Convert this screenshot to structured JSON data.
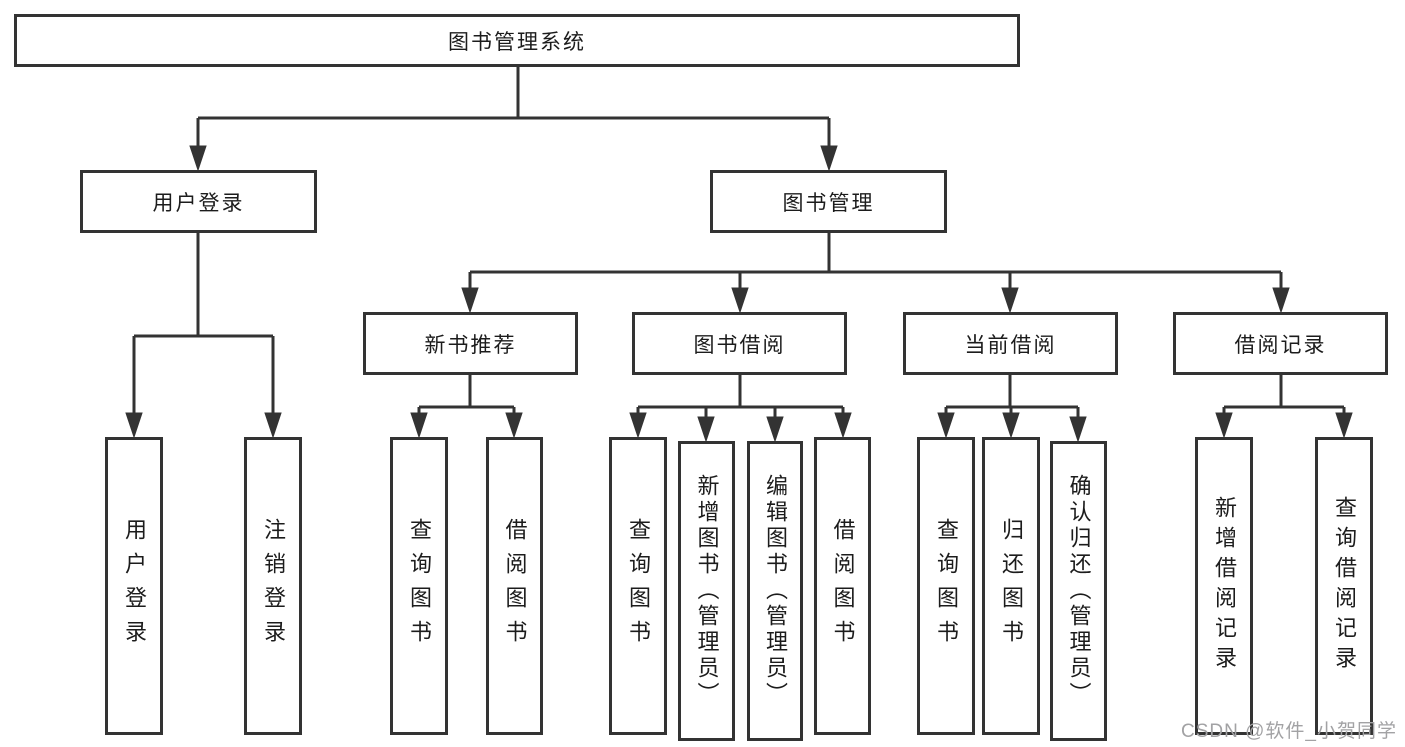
{
  "tree": {
    "label": "图书管理系统",
    "children": [
      {
        "label": "用户登录",
        "children": [
          {
            "label": "用户登录"
          },
          {
            "label": "注销登录"
          }
        ]
      },
      {
        "label": "图书管理",
        "children": [
          {
            "label": "新书推荐",
            "children": [
              {
                "label": "查询图书"
              },
              {
                "label": "借阅图书"
              }
            ]
          },
          {
            "label": "图书借阅",
            "children": [
              {
                "label": "查询图书"
              },
              {
                "label": "新增图书（管理员）"
              },
              {
                "label": "编辑图书（管理员）"
              },
              {
                "label": "借阅图书"
              }
            ]
          },
          {
            "label": "当前借阅",
            "children": [
              {
                "label": "查询图书"
              },
              {
                "label": "归还图书"
              },
              {
                "label": "确认归还（管理员）"
              }
            ]
          },
          {
            "label": "借阅记录",
            "children": [
              {
                "label": "新增借阅记录"
              },
              {
                "label": "查询借阅记录"
              }
            ]
          }
        ]
      }
    ]
  },
  "watermark": {
    "text": "CSDN @软件_小贺同学"
  },
  "colors": {
    "line": "#333333",
    "box_border": "#333333",
    "text": "#1c1c1c",
    "watermark": "#a2a2a4",
    "background": "#ffffff"
  }
}
